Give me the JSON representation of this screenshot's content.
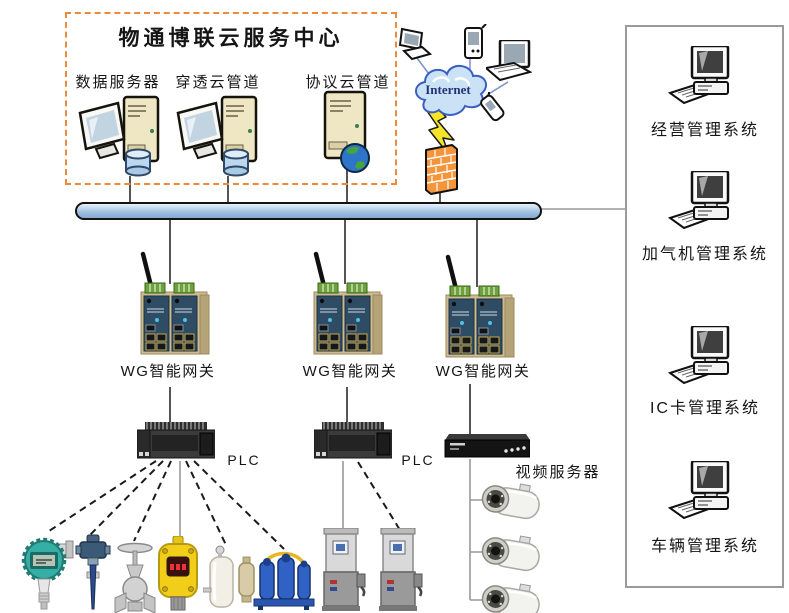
{
  "cloud_center": {
    "title": "物通博联云服务中心",
    "servers": [
      {
        "label": "数据服务器",
        "icon": "server-with-monitor-icon"
      },
      {
        "label": "穿透云管道",
        "icon": "server-with-monitor-icon"
      },
      {
        "label": "协议云管道",
        "icon": "server-globe-icon"
      }
    ]
  },
  "internet": {
    "label": "Internet",
    "icons": [
      "desktop-icon",
      "pda-icon",
      "laptop-icon",
      "mobile-phone-icon",
      "lightning-icon",
      "firewall-icon"
    ]
  },
  "bus": {
    "name": "network-bus"
  },
  "gateways": [
    {
      "label": "WG智能网关",
      "icon": "wireless-gateway-icon"
    },
    {
      "label": "WG智能网关",
      "icon": "wireless-gateway-icon"
    },
    {
      "label": "WG智能网关",
      "icon": "wireless-gateway-icon"
    }
  ],
  "plcs": [
    {
      "label": "PLC",
      "icon": "plc-icon"
    },
    {
      "label": "PLC",
      "icon": "plc-icon"
    }
  ],
  "video_server": {
    "label": "视频服务器",
    "icon": "video-server-icon"
  },
  "cameras": [
    {
      "icon": "cctv-camera-icon"
    },
    {
      "icon": "cctv-camera-icon"
    },
    {
      "icon": "cctv-camera-icon"
    }
  ],
  "field_devices": [
    {
      "icon": "pressure-transmitter-icon"
    },
    {
      "icon": "temperature-sensor-icon"
    },
    {
      "icon": "valve-icon"
    },
    {
      "icon": "gas-detector-icon"
    },
    {
      "icon": "filter-vessel-icon"
    },
    {
      "icon": "pump-skid-icon"
    }
  ],
  "dispensers": [
    {
      "icon": "gas-dispenser-icon"
    },
    {
      "icon": "gas-dispenser-icon"
    }
  ],
  "management_panel": {
    "systems": [
      {
        "label": "经营管理系统",
        "icon": "desktop-pc-icon"
      },
      {
        "label": "加气机管理系统",
        "icon": "desktop-pc-icon"
      },
      {
        "label": "IC卡管理系统",
        "icon": "desktop-pc-icon"
      },
      {
        "label": "车辆管理系统",
        "icon": "desktop-pc-icon"
      }
    ]
  },
  "colors": {
    "dashed_box_border": "#ED8A3C",
    "bus_blue": "#9FBEDF",
    "firewall_orange": "#F5953B",
    "gateway_tan": "#CDBC92",
    "gateway_panel_blue": "#2E4C63",
    "detector_yellow": "#F2CE1B",
    "transmitter_teal": "#35AEA5",
    "wire_dark": "#2b2b2b",
    "wire_gray": "#999999"
  }
}
